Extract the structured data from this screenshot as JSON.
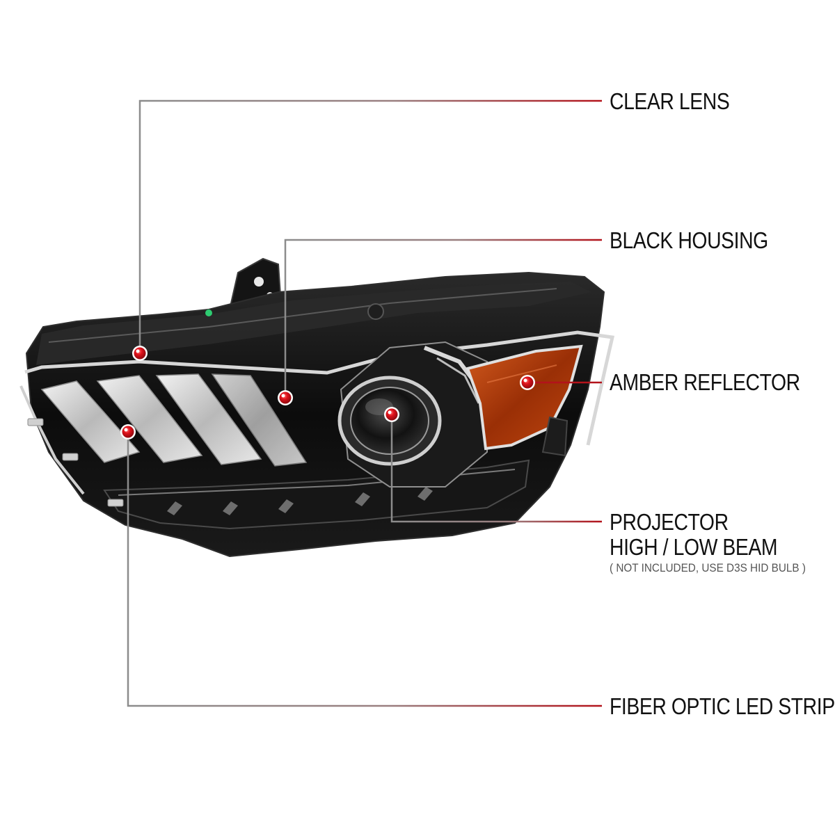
{
  "colors": {
    "leader_gray": "#8c8c8c",
    "leader_red": "#b3131b",
    "marker_red": "#e0121b",
    "housing_black": "#101010",
    "amber": "#b8420c",
    "chrome": "#c9c9c9"
  },
  "callouts": [
    {
      "id": "clear-lens",
      "label": "CLEAR LENS"
    },
    {
      "id": "black-housing",
      "label": "BLACK HOUSING"
    },
    {
      "id": "amber-reflector",
      "label": "AMBER REFLECTOR"
    },
    {
      "id": "projector",
      "label": "PROJECTOR",
      "label2": "HIGH / LOW BEAM",
      "note": "( NOT INCLUDED, USE  D3S HID  BULB )"
    },
    {
      "id": "fiber-optic",
      "label": "FIBER OPTIC LED STRIPS"
    }
  ]
}
